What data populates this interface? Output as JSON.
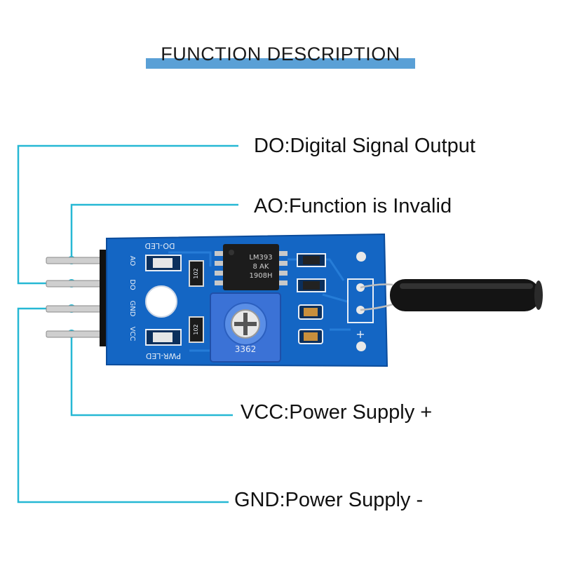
{
  "title": "FUNCTION DESCRIPTION",
  "labels": {
    "do": "DO:Digital Signal Output",
    "ao": "AO:Function is Invalid",
    "vcc": "VCC:Power Supply +",
    "gnd": "GND:Power Supply -"
  },
  "board": {
    "do_led": "DO-LED",
    "pwr_led": "PWR-LED",
    "pin_labels": [
      "AO",
      "DO",
      "GND",
      "VCC"
    ],
    "chip_lines": [
      "LM393",
      "8 AK",
      "1908H"
    ],
    "pot_code": "3362",
    "r1": "102",
    "r2": "102"
  },
  "colors": {
    "leader_line": "#26b8d4",
    "title_bar": "#5aa0d6",
    "pcb": "#1466c4"
  }
}
